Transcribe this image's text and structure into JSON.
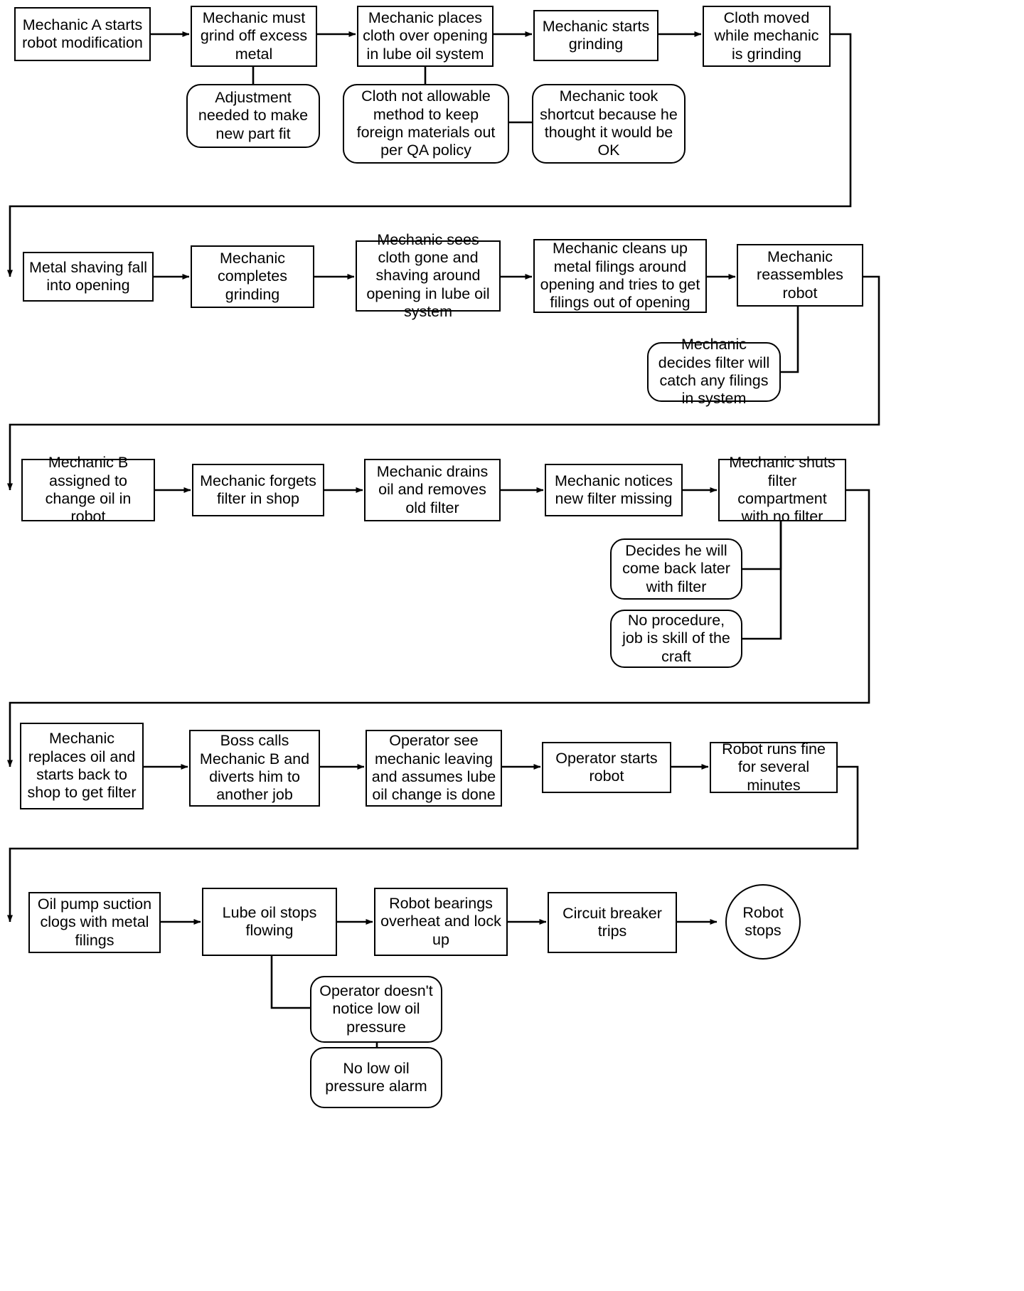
{
  "diagram": {
    "title": "Robot lube oil failure event and causal factor chart",
    "type": "flowchart",
    "stroke_color": "#000000",
    "fill_color": "#ffffff",
    "rows": [
      {
        "name": "row-1",
        "events": [
          "Mechanic A starts robot modification",
          "Mechanic must grind off excess metal",
          "Mechanic places cloth over opening in lube oil system",
          "Mechanic starts grinding",
          "Cloth moved while mechanic is grinding"
        ],
        "conditions": [
          "Adjustment needed to make new part fit",
          "Cloth not allowable method to keep foreign materials out per QA policy",
          "Mechanic took shortcut because he thought it would be OK"
        ]
      },
      {
        "name": "row-2",
        "events": [
          "Metal shaving fall into opening",
          "Mechanic completes grinding",
          "Mechanic sees cloth gone and shaving around opening in lube oil system",
          "Mechanic cleans up metal filings around opening and tries to get filings out of opening",
          "Mechanic reassembles robot"
        ],
        "conditions": [
          "Mechanic decides filter will catch any filings in system"
        ]
      },
      {
        "name": "row-3",
        "events": [
          "Mechanic B assigned to change oil in robot",
          "Mechanic forgets filter in shop",
          "Mechanic drains oil and removes old filter",
          "Mechanic notices new filter missing",
          "Mechanic shuts filter compartment with no filter"
        ],
        "conditions": [
          "Decides he will come back later with filter",
          "No procedure, job is skill of the craft"
        ]
      },
      {
        "name": "row-4",
        "events": [
          "Mechanic replaces oil and starts back to shop to get filter",
          "Boss calls Mechanic B and diverts him to another job",
          "Operator see mechanic leaving and assumes lube oil change is done",
          "Operator starts robot",
          "Robot runs fine for several minutes"
        ],
        "conditions": []
      },
      {
        "name": "row-5",
        "events": [
          "Oil pump suction clogs with metal filings",
          "Lube oil stops flowing",
          "Robot bearings overheat and lock up",
          "Circuit breaker trips",
          "Robot stops"
        ],
        "conditions": [
          "Operator doesn't notice low oil pressure",
          "No low oil pressure alarm"
        ]
      }
    ]
  }
}
